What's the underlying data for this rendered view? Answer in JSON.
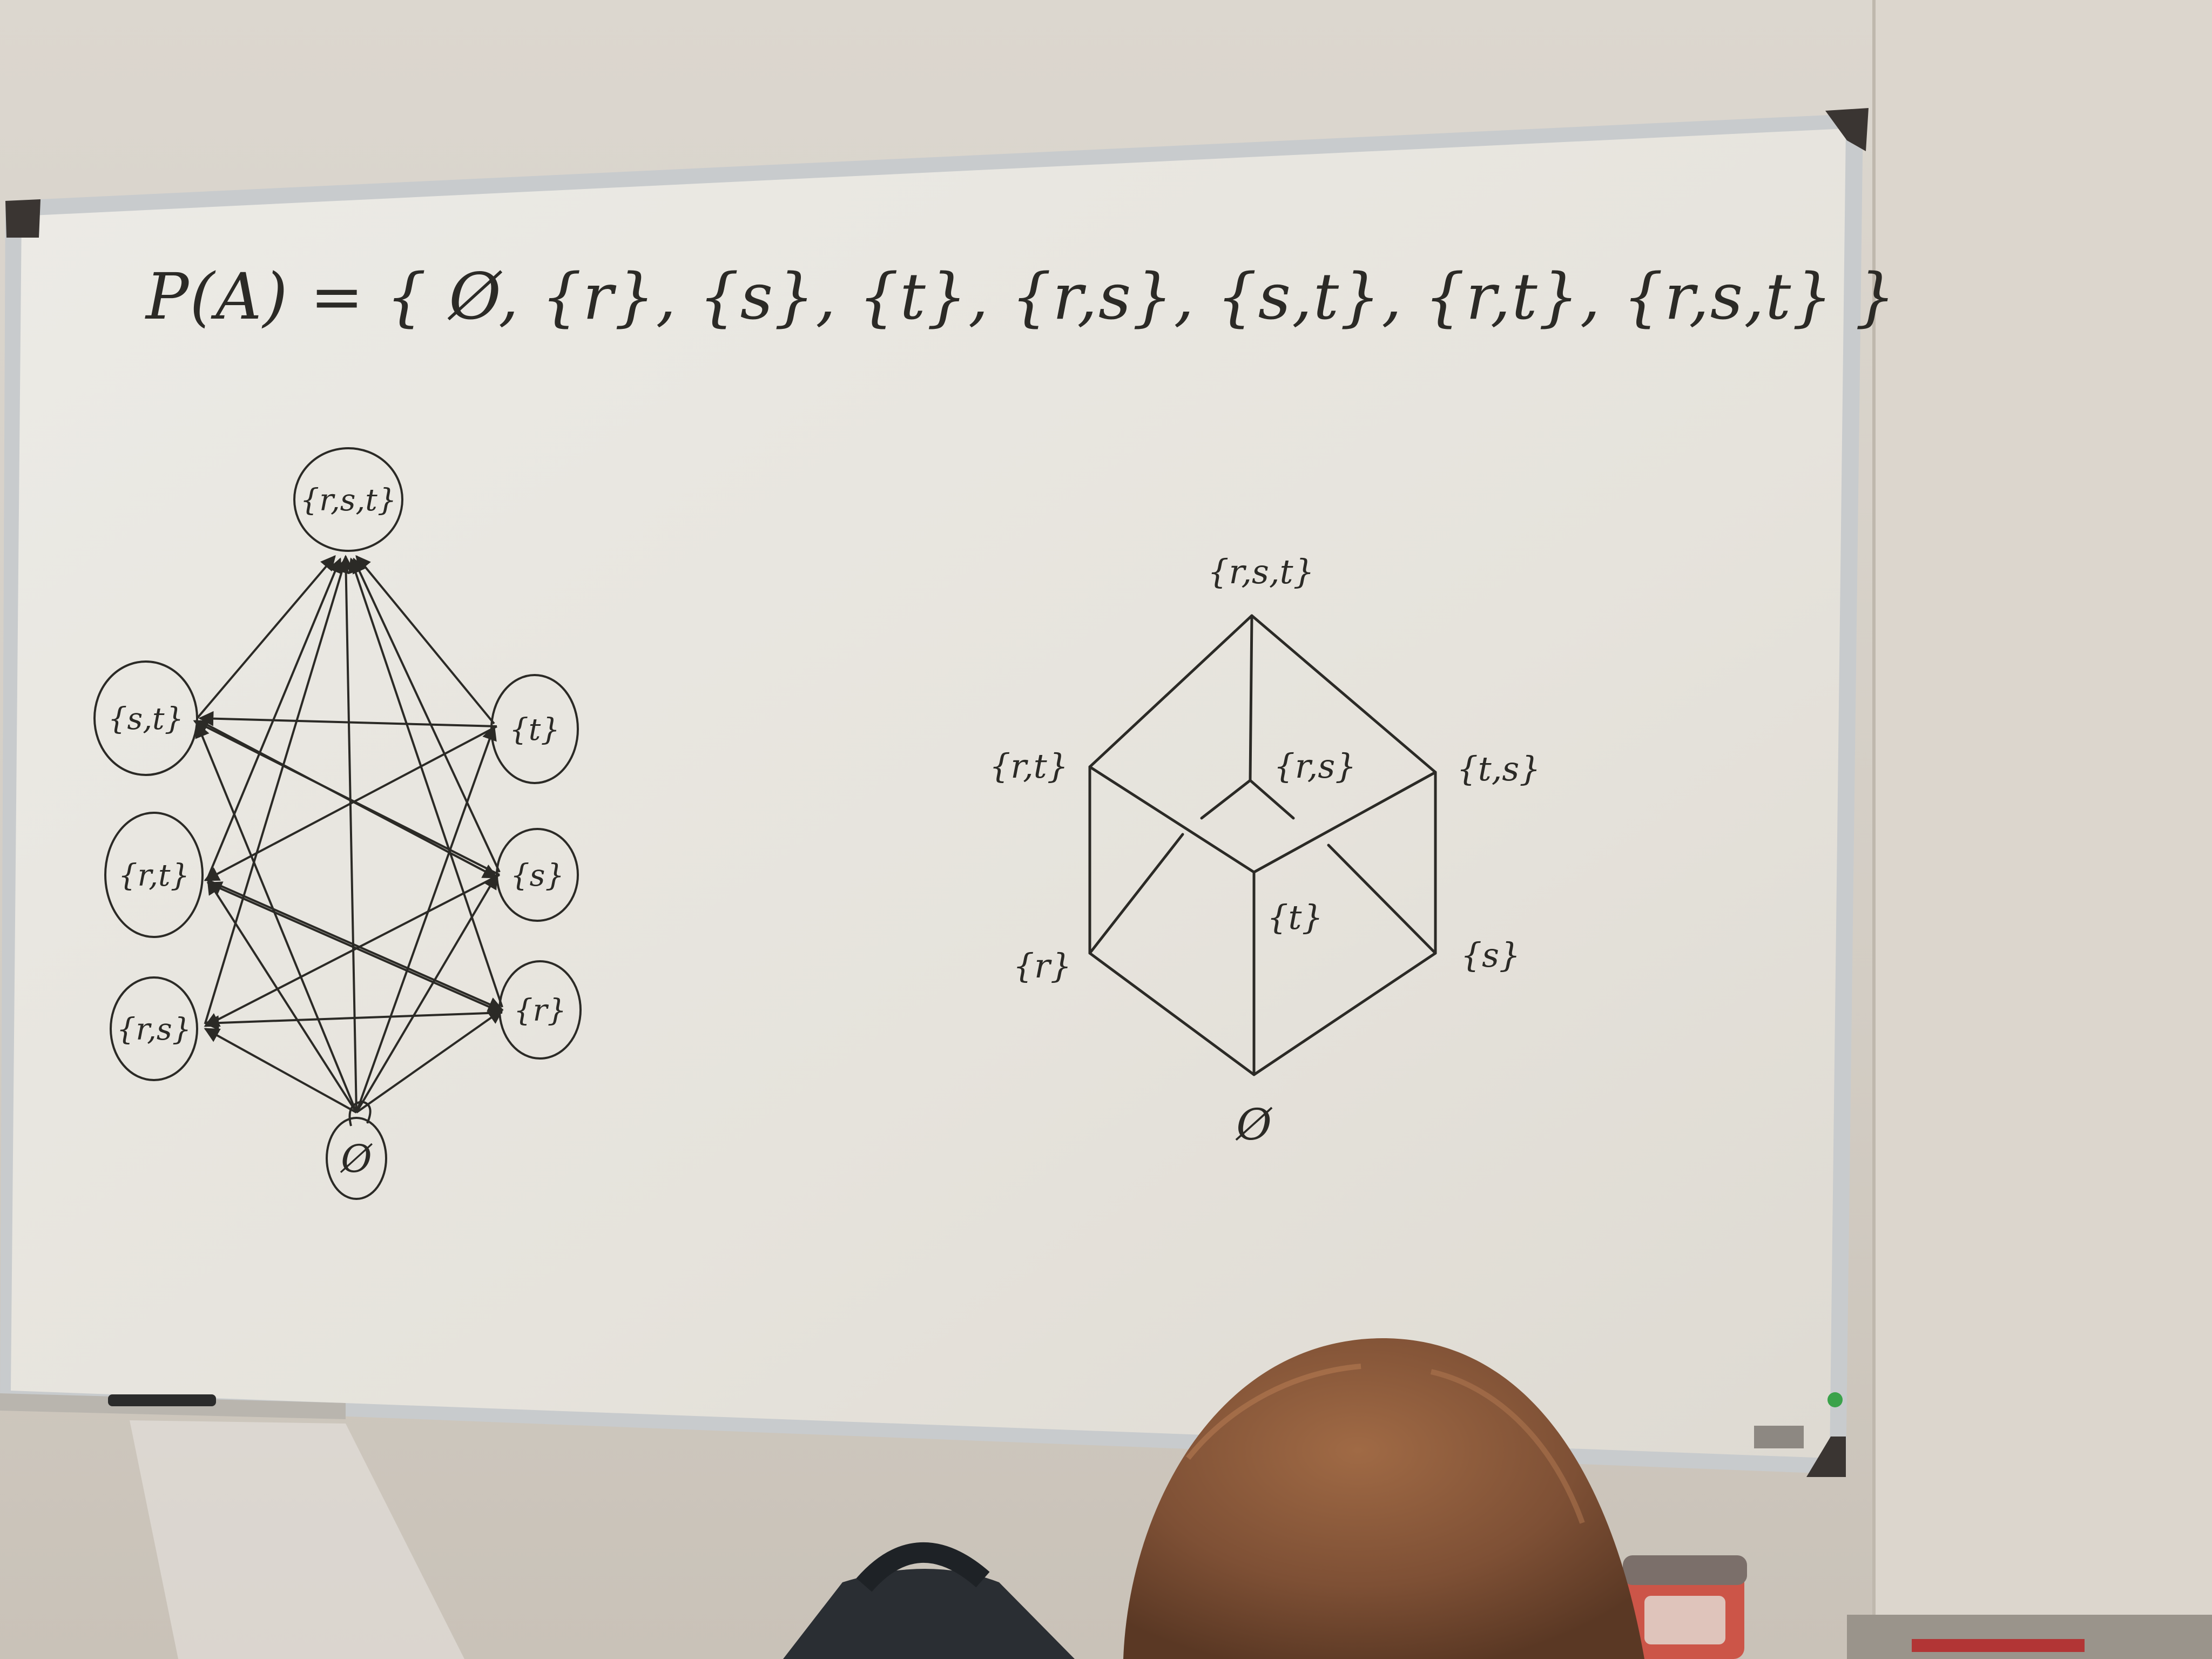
{
  "whiteboard": {
    "formula": "P(A) = { Ø, {r}, {s}, {t}, {r,s}, {s,t}, {r,t}, {r,s,t} }",
    "left_diagram": {
      "nodes": [
        {
          "id": "rst",
          "label": "{r,s,t}"
        },
        {
          "id": "st",
          "label": "{s,t}"
        },
        {
          "id": "t",
          "label": "{t}"
        },
        {
          "id": "rt",
          "label": "{r,t}"
        },
        {
          "id": "s",
          "label": "{s}"
        },
        {
          "id": "rs",
          "label": "{r,s}"
        },
        {
          "id": "r",
          "label": "{r}"
        },
        {
          "id": "empty",
          "label": "Ø"
        }
      ]
    },
    "right_diagram": {
      "nodes": [
        {
          "id": "rst",
          "label": "{r,s,t}"
        },
        {
          "id": "rt",
          "label": "{r,t}"
        },
        {
          "id": "rs",
          "label": "{r,s}"
        },
        {
          "id": "ts",
          "label": "{t,s}"
        },
        {
          "id": "t",
          "label": "{t}"
        },
        {
          "id": "r",
          "label": "{r}"
        },
        {
          "id": "s",
          "label": "{s}"
        },
        {
          "id": "empty",
          "label": "Ø"
        }
      ]
    }
  },
  "colors": {
    "wall": "#d6d0c7",
    "board": "#ebe8e2",
    "ink": "#2b2a26",
    "frame": "#c9cccf",
    "hair": "#8a5a3c"
  }
}
